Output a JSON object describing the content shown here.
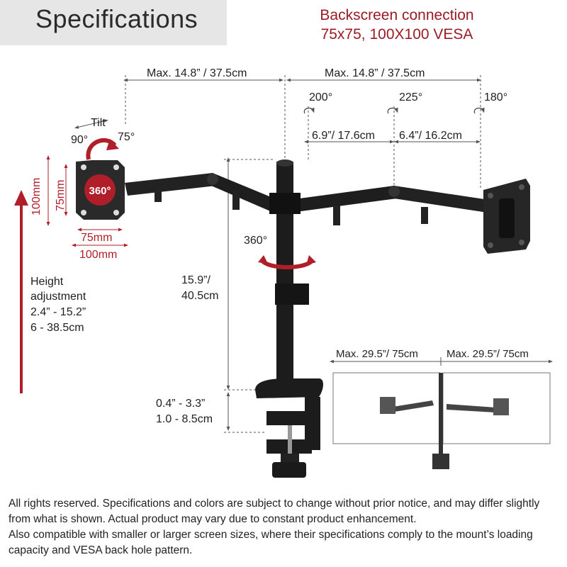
{
  "header": {
    "title": "Specifications",
    "connection_title": "Backscreen connection",
    "connection_vesa": "75x75, 100X100 VESA"
  },
  "dimensions": {
    "arm_left_reach": "Max. 14.8” / 37.5cm",
    "arm_right_reach": "Max. 14.8” / 37.5cm",
    "rotation_200": "200°",
    "rotation_225": "225°",
    "rotation_180": "180°",
    "segment_1": "6.9”/ 17.6cm",
    "segment_2": "6.4”/ 16.2cm",
    "tilt_label": "Tilt",
    "tilt_up": "90°",
    "tilt_down": "75°",
    "swivel_head": "360°",
    "vesa_outer_h": "100mm",
    "vesa_inner_h": "75mm",
    "vesa_inner_w": "75mm",
    "vesa_outer_w": "100mm",
    "pole_rotation": "360°",
    "pole_height_1": "15.9”/",
    "pole_height_2": "40.5cm",
    "height_adj_1": "Height",
    "height_adj_2": "adjustment",
    "height_adj_3": "2.4” - 15.2”",
    "height_adj_4": "6 - 38.5cm",
    "clamp_range_1": "0.4” - 3.3”",
    "clamp_range_2": "1.0 - 8.5cm",
    "screen_left": "Max. 29.5”/ 75cm",
    "screen_right": "Max. 29.5”/ 75cm"
  },
  "footer": {
    "line1": "All rights reserved. Specifications and colors are subject to change without prior notice, and may differ slightly from what is shown. Actual product may vary due to constant product enhancement.",
    "line2": "Also compatible with smaller or larger screen sizes, where their specifications comply to the mount’s loading capacity and VESA back hole pattern."
  },
  "colors": {
    "accent_red": "#b01e2a",
    "header_bg": "#e6e6e6",
    "metal": "#1c1c1c"
  }
}
